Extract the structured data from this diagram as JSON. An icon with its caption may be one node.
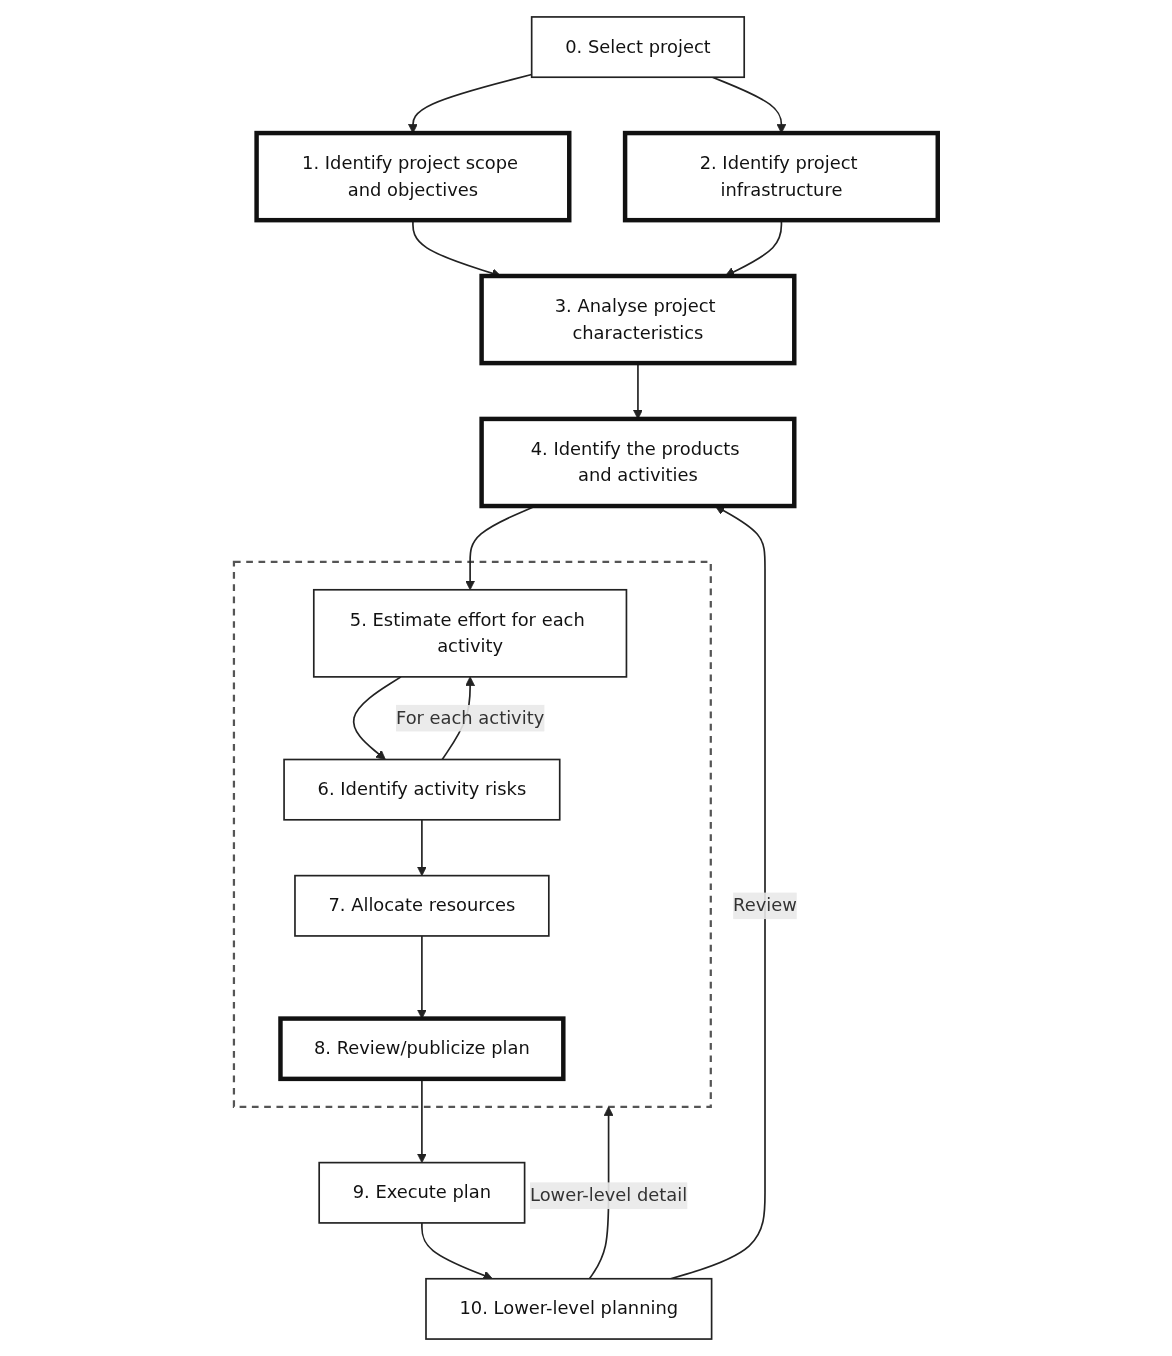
{
  "diagram": {
    "nodes": [
      {
        "text": [
          "0. Select project"
        ]
      },
      {
        "text": [
          "1. Identify project scope and objectives"
        ]
      },
      {
        "text": [
          "2. Identify project infrastructure"
        ]
      },
      {
        "text": [
          "3. Analyse project characteristics"
        ]
      },
      {
        "text": [
          "4. Identify the products and activities"
        ]
      },
      {
        "text": [],
        "shape": "box"
      },
      {
        "text": [
          "5. Estimate effort for each activity"
        ],
        "in": 5
      },
      {
        "text": [
          "6. Identify activity risks"
        ],
        "in": 5
      },
      {
        "text": [
          "7. Allocate resources"
        ],
        "in": 5
      },
      {
        "text": [
          "8. Review/publicize plan"
        ],
        "in": 5
      },
      {
        "text": [
          "9. Execute plan"
        ]
      },
      {
        "text": [
          "10. Lower-level planning"
        ]
      }
    ],
    "edges": [
      {
        "from": 0,
        "to": 1,
        "arrow": "to"
      },
      {
        "from": 0,
        "to": 2,
        "arrow": "to"
      },
      {
        "from": 1,
        "to": 3,
        "arrow": "to"
      },
      {
        "from": 2,
        "to": 3,
        "arrow": "to"
      },
      {
        "from": 3,
        "to": 4,
        "arrow": "to"
      },
      {
        "from": 4,
        "to": 6,
        "arrow": "to"
      },
      {
        "from": 6,
        "to": 7,
        "arrow": "to"
      },
      {
        "from": 7,
        "to": 6,
        "arrow": "to",
        "label": "For each activity"
      },
      {
        "from": 7,
        "to": 8,
        "arrow": "to"
      },
      {
        "from": 8,
        "to": 9,
        "arrow": "to"
      },
      {
        "from": 9,
        "to": 10,
        "arrow": "to"
      },
      {
        "from": 10,
        "to": 11,
        "arrow": "to"
      },
      {
        "from": 11,
        "to": 4,
        "arrow": "to",
        "label": "Review"
      },
      {
        "from": 11,
        "to": 5,
        "arrow": "to",
        "label": "Lower-level detail"
      }
    ]
  }
}
